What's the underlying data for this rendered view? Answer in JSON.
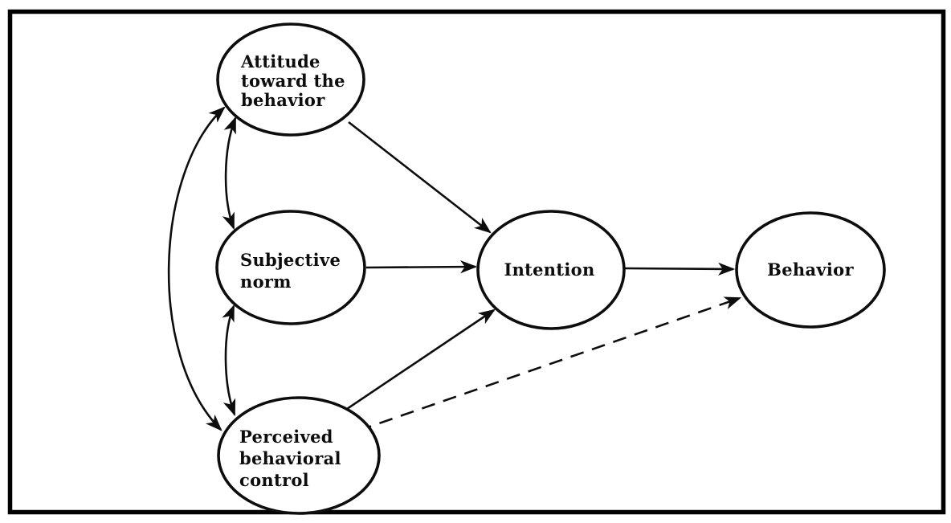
{
  "diagram": {
    "background_color": "#ffffff",
    "ink_color": "#0d0d0d",
    "nodes": [
      {
        "id": "attitude",
        "label": "Attitude toward the behavior",
        "lines": [
          "Attitude",
          "toward the",
          "behavior"
        ],
        "shape": "ellipse"
      },
      {
        "id": "subjective-norm",
        "label": "Subjective norm",
        "lines": [
          "Subjective",
          "norm"
        ],
        "shape": "ellipse"
      },
      {
        "id": "perceived-behavioral-control",
        "label": "Perceived behavioral control",
        "lines": [
          "Perceived",
          "behavioral",
          "control"
        ],
        "shape": "ellipse"
      },
      {
        "id": "intention",
        "label": "Intention",
        "lines": [
          "Intention"
        ],
        "shape": "ellipse"
      },
      {
        "id": "behavior",
        "label": "Behavior",
        "lines": [
          "Behavior"
        ],
        "shape": "ellipse"
      }
    ],
    "edges": [
      {
        "from": "attitude",
        "to": "intention",
        "line": "solid",
        "arrows": "one-way"
      },
      {
        "from": "subjective-norm",
        "to": "intention",
        "line": "solid",
        "arrows": "one-way"
      },
      {
        "from": "perceived-behavioral-control",
        "to": "intention",
        "line": "solid",
        "arrows": "one-way"
      },
      {
        "from": "intention",
        "to": "behavior",
        "line": "solid",
        "arrows": "one-way"
      },
      {
        "from": "perceived-behavioral-control",
        "to": "behavior",
        "line": "dashed",
        "arrows": "one-way"
      },
      {
        "from": "attitude",
        "to": "subjective-norm",
        "line": "solid-curved",
        "arrows": "two-way"
      },
      {
        "from": "subjective-norm",
        "to": "perceived-behavioral-control",
        "line": "solid-curved",
        "arrows": "two-way"
      },
      {
        "from": "attitude",
        "to": "perceived-behavioral-control",
        "line": "solid-curved",
        "arrows": "two-way"
      }
    ]
  }
}
